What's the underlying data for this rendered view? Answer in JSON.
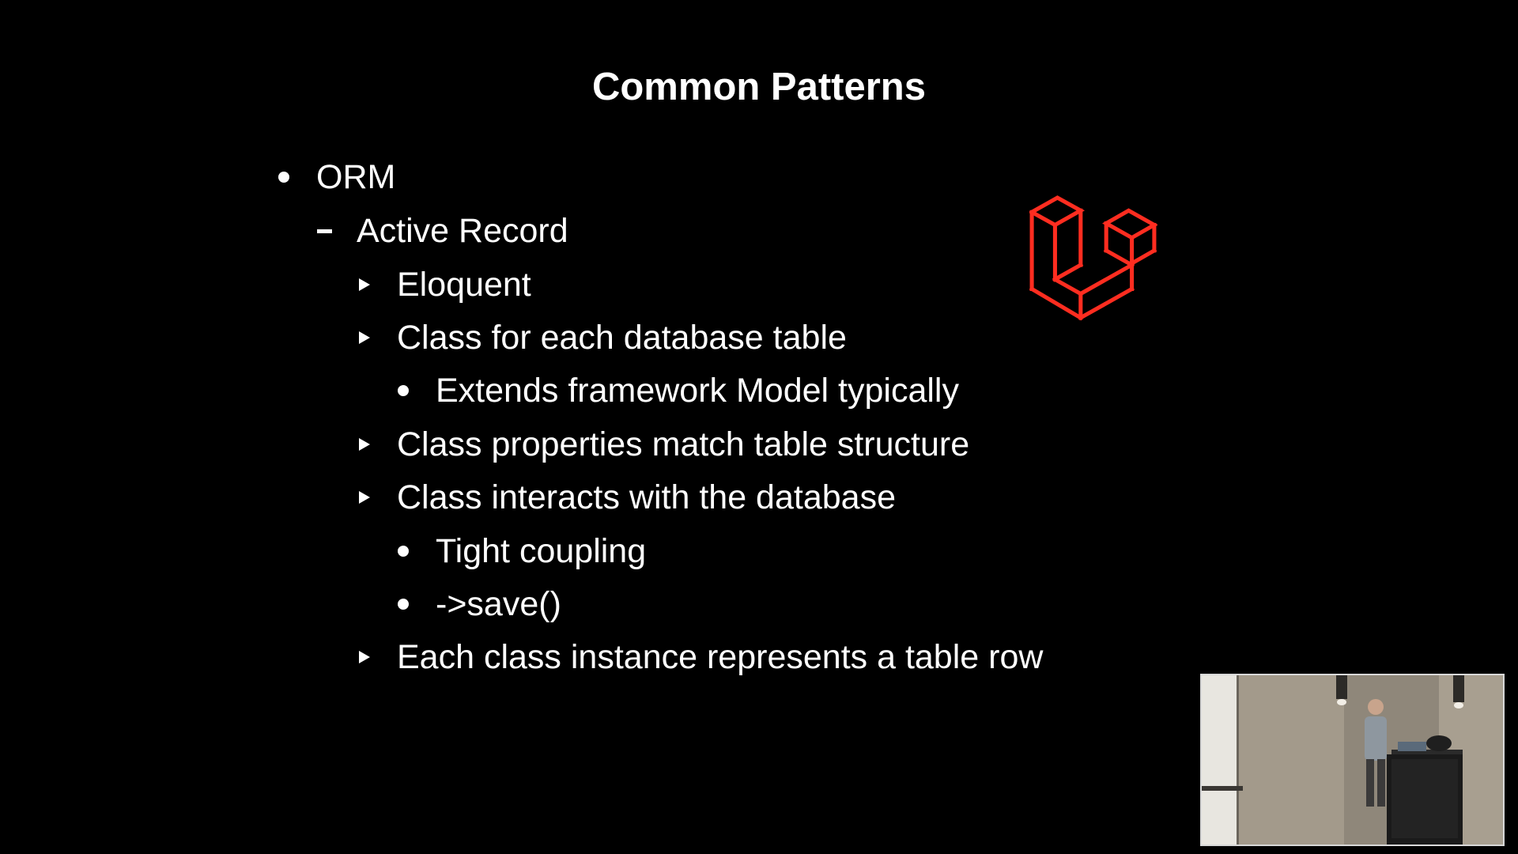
{
  "slide": {
    "title": "Common Patterns",
    "bullets": [
      {
        "level": 1,
        "marker": "dot",
        "text": "ORM"
      },
      {
        "level": 2,
        "marker": "dash",
        "text": "Active Record"
      },
      {
        "level": 3,
        "marker": "triangle",
        "text": "Eloquent"
      },
      {
        "level": 3,
        "marker": "triangle",
        "text": "Class for each database table"
      },
      {
        "level": 4,
        "marker": "dot",
        "text": "Extends framework Model typically"
      },
      {
        "level": 3,
        "marker": "triangle",
        "text": "Class properties match table structure"
      },
      {
        "level": 3,
        "marker": "triangle",
        "text": "Class interacts with the database"
      },
      {
        "level": 4,
        "marker": "dot",
        "text": "Tight coupling"
      },
      {
        "level": 4,
        "marker": "dot",
        "text": "->save()"
      },
      {
        "level": 3,
        "marker": "triangle",
        "text": "Each class instance represents a table row"
      }
    ]
  },
  "logo": {
    "icon": "laravel-logo-icon",
    "color": "#ff2d20"
  },
  "speaker_video": {
    "icon": "speaker-camera-feed"
  },
  "colors": {
    "background": "#000000",
    "text": "#ffffff"
  }
}
